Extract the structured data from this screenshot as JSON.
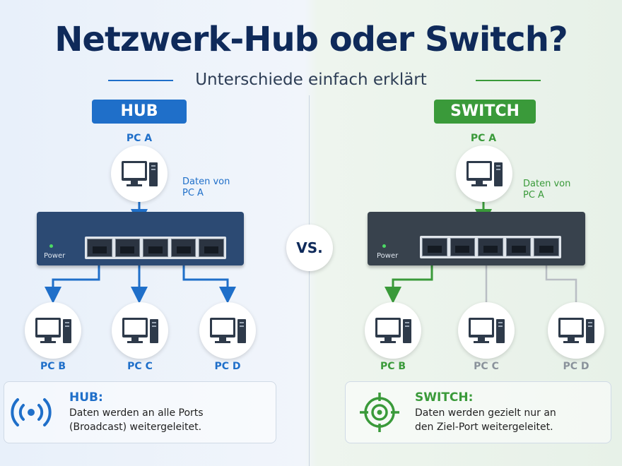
{
  "header": {
    "title": "Netzwerk-Hub oder Switch?",
    "subtitle": "Unterschiede einfach erklärt"
  },
  "center": {
    "vs_label": "VS."
  },
  "hub": {
    "badge": "HUB",
    "source_pc": "PC A",
    "data_from_line1": "Daten von",
    "data_from_line2": "PC A",
    "power_label": "Power",
    "targets": [
      "PC B",
      "PC C",
      "PC D"
    ],
    "info_title": "HUB:",
    "info_line1": "Daten werden an alle Ports",
    "info_line2": "(Broadcast) weitergeleitet."
  },
  "switch": {
    "badge": "SWITCH",
    "source_pc": "PC A",
    "data_from_line1": "Daten von",
    "data_from_line2": "PC A",
    "power_label": "Power",
    "targets": [
      "PC B",
      "PC C",
      "PC D"
    ],
    "info_title": "SWITCH:",
    "info_line1": "Daten werden gezielt nur an",
    "info_line2": "den Ziel-Port weitergeleitet."
  },
  "colors": {
    "hub_blue": "#1f6fc9",
    "switch_green": "#3a9a3a",
    "inactive_gray": "#8a929b",
    "title_navy": "#0f2a5a",
    "hub_device": "#2c4a73",
    "switch_device": "#38424d"
  },
  "icons": {
    "computer": "computer-icon",
    "broadcast": "broadcast-icon",
    "target": "target-icon"
  }
}
